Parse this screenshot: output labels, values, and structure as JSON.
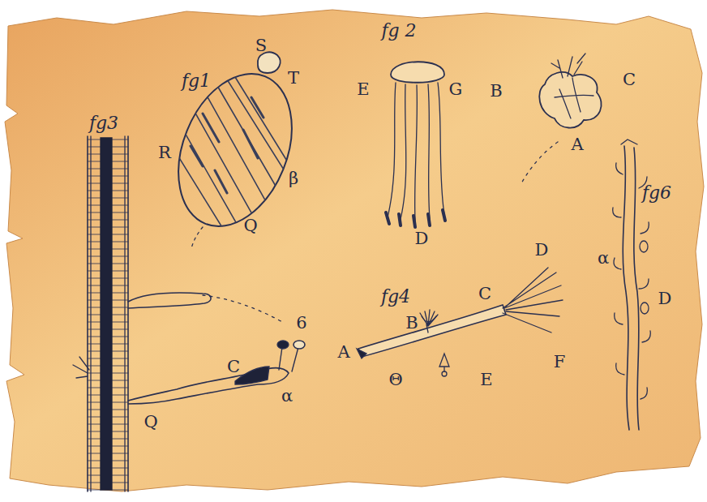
{
  "diagram": {
    "labels": [
      "fg1",
      "S",
      "T",
      "R",
      "β",
      "Q",
      "fg 2",
      "E",
      "G",
      "D",
      "B",
      "C",
      "A",
      "fg3",
      "fg6",
      "α",
      "D",
      "D",
      "fg4",
      "B",
      "C",
      "6",
      "C",
      "A",
      "Θ",
      "E",
      "F",
      "α",
      "Q"
    ]
  }
}
